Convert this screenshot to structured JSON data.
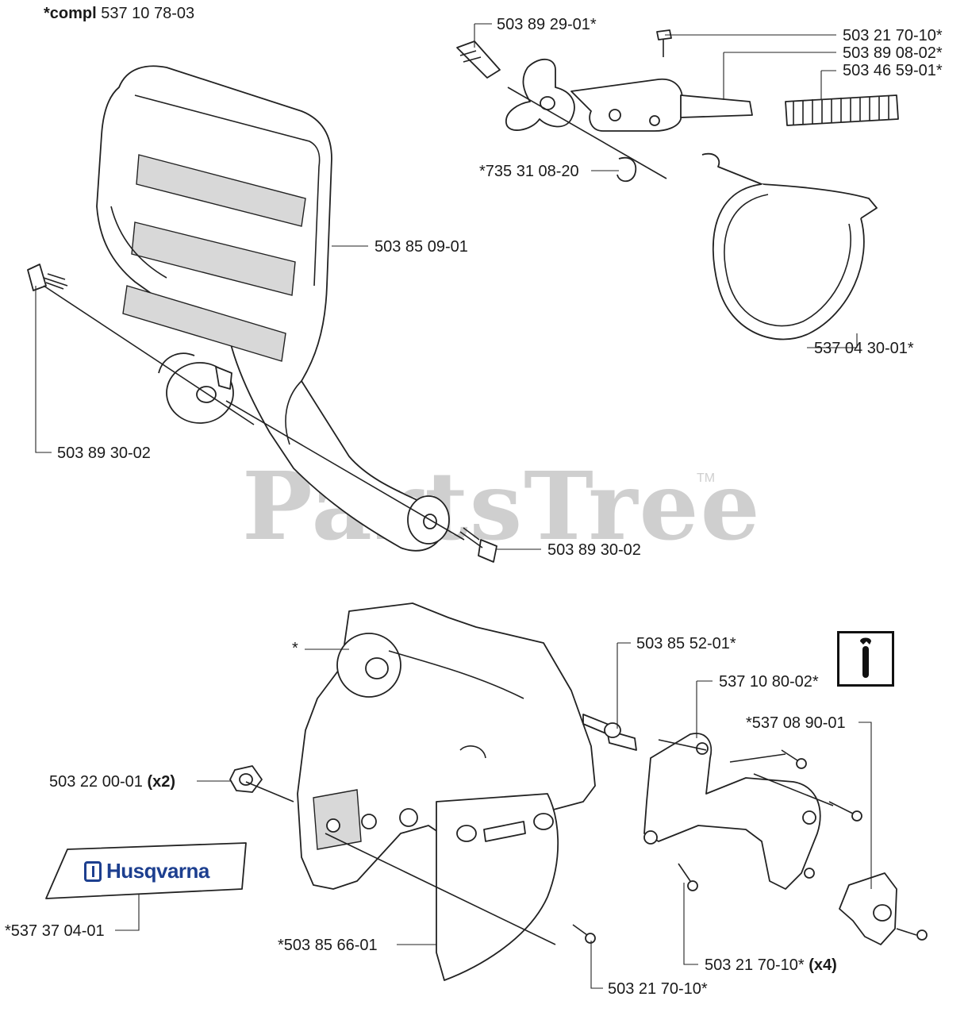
{
  "watermark": {
    "brand": "PartsTree",
    "trademark": "TM"
  },
  "complete_assembly": {
    "prefix": "*compl",
    "number": "537 10 78-03"
  },
  "labels": {
    "p_503_89_29_01": "503 89 29-01*",
    "p_503_21_70_10_top": "503 21 70-10*",
    "p_503_89_08_02": "503 89 08-02*",
    "p_503_46_59_01": "503 46 59-01*",
    "p_735_31_08_20": "*735 31 08-20",
    "p_503_85_09_01": "503 85 09-01",
    "p_537_04_30_01": "537 04 30-01*",
    "p_503_89_30_02_left": "503 89 30-02",
    "p_503_89_30_02_mid": "503 89 30-02",
    "p_star": "*",
    "p_503_85_52_01": "503 85 52-01*",
    "p_537_10_80_02": "537 10 80-02*",
    "p_537_08_90_01": "*537 08 90-01",
    "p_503_22_00_01": {
      "number": "503 22 00-01",
      "qty": "(x2)"
    },
    "p_537_37_04_01": "*537 37 04-01",
    "p_503_85_66_01": "*503 85 66-01",
    "p_503_21_70_10_x4": {
      "number": "503 21 70-10*",
      "qty": "(x4)"
    },
    "p_503_21_70_10_bottom": "503 21 70-10*"
  },
  "decal": {
    "brand": "Husqvarna",
    "icon": "husqvarna-crown-h-icon",
    "color": "#1d3f8f"
  },
  "info_icon": {
    "icon": "wrench-service-icon"
  }
}
